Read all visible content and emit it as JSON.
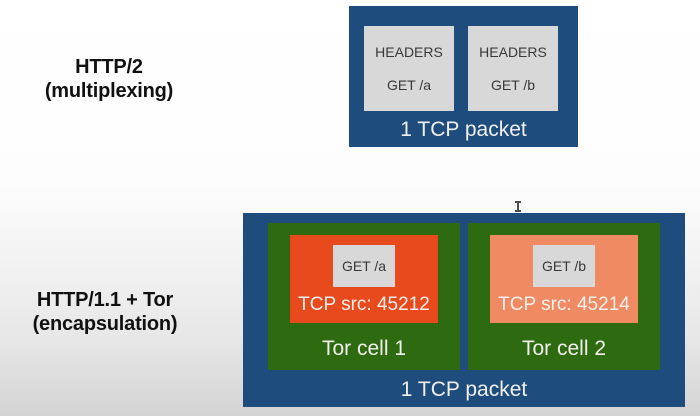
{
  "colors": {
    "packet_blue": "#1e4c7d",
    "cell_green": "#2e6b10",
    "orange_cell1": "#e84a1e",
    "orange_cell2": "#f08a63",
    "frame_gray": "#d8d8d8",
    "light_text": "#f1efeb",
    "dark_text": "#383838",
    "label_text": "#111111",
    "bg_top": "#ffffff",
    "bg_bottom": "#d4d4d4"
  },
  "rows": {
    "http2": {
      "label_line1": "HTTP/2",
      "label_line2": "(multiplexing)",
      "streams": [
        {
          "line1": "HEADERS",
          "line2": "GET /a"
        },
        {
          "line1": "HEADERS",
          "line2": "GET /b"
        }
      ],
      "packet_caption": "1 TCP packet"
    },
    "tor": {
      "label_line1": "HTTP/1.1 + Tor",
      "label_line2": "(encapsulation)",
      "cells": [
        {
          "request": "GET /a",
          "tcp_src": "TCP src: 45212",
          "title": "Tor cell 1"
        },
        {
          "request": "GET /b",
          "tcp_src": "TCP src: 45214",
          "title": "Tor cell 2"
        }
      ],
      "packet_caption": "1 TCP packet"
    }
  },
  "cursor": {
    "shape": "i-beam"
  }
}
